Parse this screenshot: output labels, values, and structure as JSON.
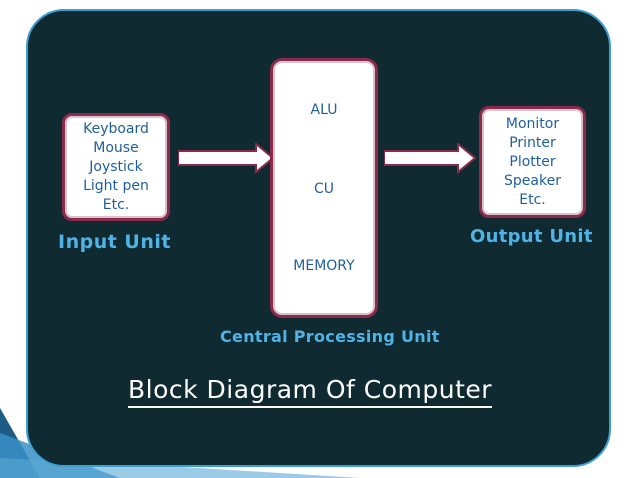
{
  "title": "Block Diagram Of Computer",
  "input_unit": {
    "label": "Input Unit",
    "devices": [
      "Keyboard",
      "Mouse",
      "Joystick",
      "Light pen",
      "Etc."
    ]
  },
  "cpu": {
    "label": "Central Processing Unit",
    "components": [
      "ALU",
      "CU",
      "MEMORY"
    ]
  },
  "output_unit": {
    "label": "Output Unit",
    "devices": [
      "Monitor",
      "Printer",
      "Plotter",
      "Speaker",
      "Etc."
    ]
  },
  "colors": {
    "panel_background": "#0f2a30",
    "panel_border": "#3c9fd3",
    "box_border": "#8b2a4a",
    "box_text": "#1f5f9e",
    "unit_label": "#4fb3e8",
    "title_text": "#ffffff"
  }
}
